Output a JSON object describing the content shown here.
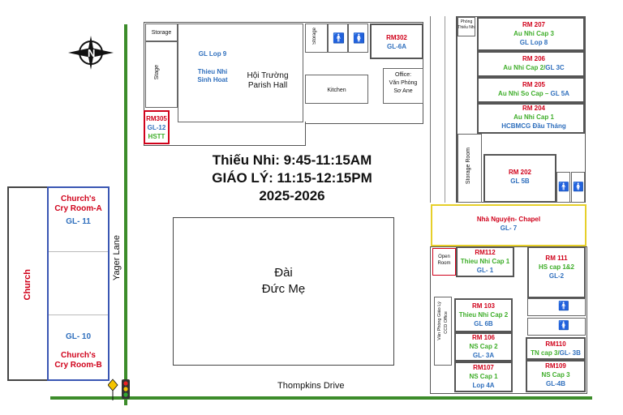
{
  "schedule": {
    "line1": "Thiếu Nhi: 9:45-11:15AM",
    "line2": "GIÁO LÝ: 11:15-12:15PM",
    "line3": "2025-2026"
  },
  "roads": {
    "yager": "Yager Lane",
    "thompkins": "Thompkins Drive"
  },
  "compass": {
    "letter": "N"
  },
  "church": {
    "label": "Church",
    "cry_a_title_1": "Church's",
    "cry_a_title_2": "Cry Room-A",
    "cry_a_gl": "GL- 11",
    "cry_b_gl": "GL- 10",
    "cry_b_title_1": "Church's",
    "cry_b_title_2": "Cry Room-B"
  },
  "center": {
    "line1": "Đài",
    "line2": "Đức Mẹ"
  },
  "hall": {
    "storage": "Storage",
    "stage": "Stage",
    "gl9_1": "GL Lop 9",
    "gl9_2": "Thieu Nhi",
    "gl9_3": "Sinh Hoat",
    "parish_1": "Hội Trường",
    "parish_2": "Parish Hall",
    "rm305_1": "RM305",
    "rm305_2": "GL-12",
    "rm305_3": "HSTT",
    "storage2": "Storage",
    "kitchen": "Kitchen",
    "rm302_1": "RM302",
    "rm302_2": "GL-6A",
    "office_1": "Office:",
    "office_2": "Văn Phòng",
    "office_3": "Sơ Ane"
  },
  "east": {
    "phong_1": "Phòng",
    "phong_2": "Thiếu Nhi",
    "rm207_1": "RM 207",
    "rm207_2": "Au Nhi Cap 3",
    "rm207_3": "GL Lop 8",
    "rm206_1": "RM 206",
    "rm206_2a": "Au Nhi Cap 2/",
    "rm206_2b": "GL 3C",
    "rm205_1": "RM 205",
    "rm205_2a": "Au Nhi So Cap –",
    "rm205_2b": "GL 5A",
    "rm204_1": "RM 204",
    "rm204_2": "Au Nhi Cap 1",
    "rm204_3": "HCBMCG Đầu Tháng",
    "storage_room": "Storage Room",
    "rm202_1": "RM 202",
    "rm202_2": "GL 5B",
    "chapel_1": "Nhà Nguyện- Chapel",
    "chapel_2": "GL- 7",
    "open_1": "Open",
    "open_2": "Room",
    "rm112_1": "RM112",
    "rm112_2": "Thieu Nhi Cap 1",
    "rm112_3": "GL- 1",
    "rm111_1": "RM 111",
    "rm111_2": "HS cap 1&2",
    "rm111_3": "GL-2",
    "ccd_1": "Văn Phòng Giáo Lý",
    "ccd_2": "CCD Office",
    "rm103_1": "RM 103",
    "rm103_2": "Thieu Nhi Cap 2",
    "rm103_3": "GL 6B",
    "rm106_1": "RM 106",
    "rm106_2": "NS Cap 2",
    "rm106_3": "GL- 3A",
    "rm110_1": "RM110",
    "rm110_2a": "TN cap 3/",
    "rm110_2b": "GL- 3B",
    "rm107_1": "RM107",
    "rm107_2": "NS Cap 1",
    "rm107_3": "Lop 4A",
    "rm109_1": "RM109",
    "rm109_2": "NS Cap 3",
    "rm109_3": "GL-4B"
  }
}
